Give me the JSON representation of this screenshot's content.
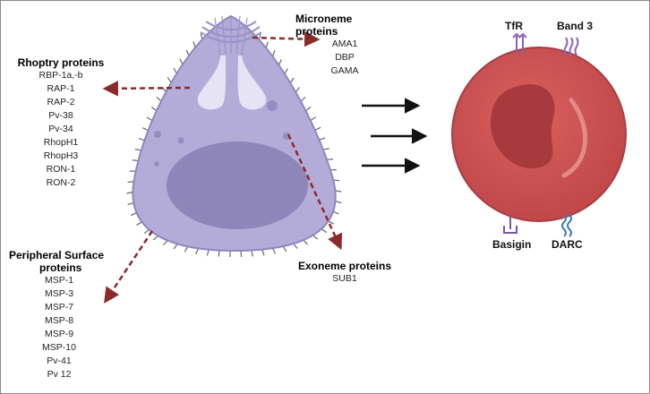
{
  "groups": {
    "microneme": {
      "title": "Microneme proteins",
      "items": [
        "AMA1",
        "DBP",
        "GAMA"
      ]
    },
    "rhoptry": {
      "title": "Rhoptry proteins",
      "items": [
        "RBP-1a,-b",
        "RAP-1",
        "RAP-2",
        "Pv-38",
        "Pv-34",
        "RhopH1",
        "RhopH3",
        "RON-1",
        "RON-2"
      ]
    },
    "peripheral": {
      "title_line1": "Peripheral Surface",
      "title_line2": "proteins",
      "items": [
        "MSP-1",
        "MSP-3",
        "MSP-7",
        "MSP-8",
        "MSP-9",
        "MSP-10",
        "Pv-41",
        "Pv 12"
      ]
    },
    "exoneme": {
      "title": "Exoneme proteins",
      "items": [
        "SUB1"
      ]
    }
  },
  "receptors": {
    "tfr": "TfR",
    "band3": "Band 3",
    "basigin": "Basigin",
    "darc": "DARC"
  },
  "colors": {
    "parasite_body": "#b3acd9",
    "parasite_outline": "#8f86c2",
    "nucleus": "#8e86b8",
    "organelle_light": "#e6e3f4",
    "dashed_arrow": "#8b2a2a",
    "rbc": "#c94f4f",
    "rbc_center": "#a83a3e",
    "rbc_rim": "#a63f44",
    "receptor_purple": "#8a63b5",
    "receptor_blue": "#3f7fb0",
    "arrow_black": "#111111"
  },
  "icons": {
    "arrows_between": "right-arrow-icon",
    "parasite": "merozoite-icon",
    "cell": "red-blood-cell-icon"
  }
}
